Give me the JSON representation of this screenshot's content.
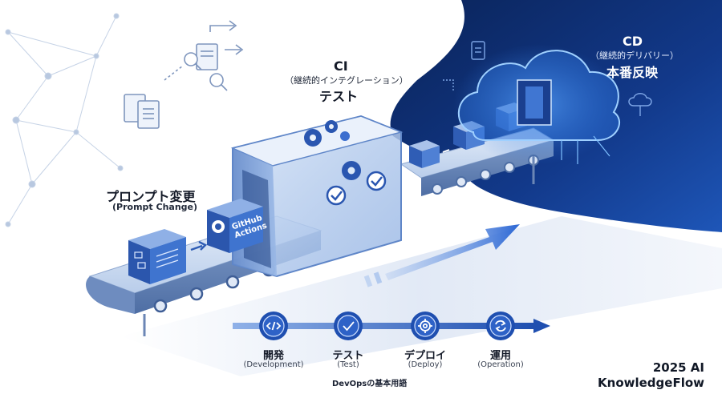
{
  "prompt_stage": {
    "title": "プロンプト変更",
    "subtitle": "(Prompt Change)"
  },
  "ci_stage": {
    "title": "CI",
    "subtitle": "（継続的インテグレーション）",
    "action": "テスト"
  },
  "cd_stage": {
    "title": "CD",
    "subtitle": "（継続的デリバリー）",
    "action": "本番反映"
  },
  "github_box": {
    "line1": "GitHub",
    "line2": "Actions"
  },
  "steps": [
    {
      "name": "開発",
      "en": "(Development)",
      "icon": "code-icon"
    },
    {
      "name": "テスト",
      "en": "(Test)",
      "icon": "check-icon"
    },
    {
      "name": "デプロイ",
      "en": "(Deploy)",
      "icon": "gear-icon"
    },
    {
      "name": "運用",
      "en": "(Operation)",
      "icon": "refresh-icon"
    }
  ],
  "caption": "DevOpsの基本用語",
  "brand": {
    "line1": "2025 AI",
    "line2": "KnowledgeFlow"
  },
  "colors": {
    "dark_navy": "#0b2a66",
    "primary_blue": "#2a62c9",
    "light_blue": "#cfe0f7",
    "accent": "#3f7de0"
  }
}
